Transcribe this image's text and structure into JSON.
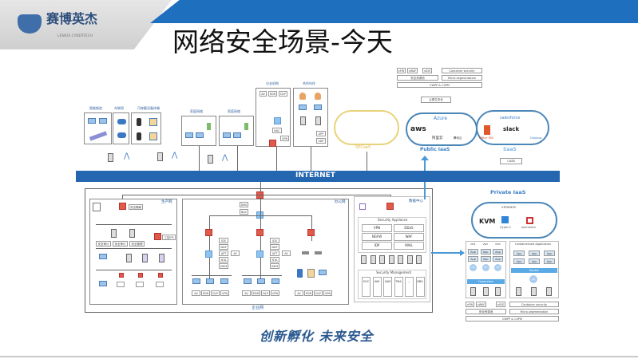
{
  "header": {
    "company_cn": "赛博英杰",
    "company_en": "LENIUS CYBERTECH",
    "title": "网络安全场景-今天"
  },
  "top": {
    "groups": [
      {
        "label": "智能制造"
      },
      {
        "label": "车联网"
      },
      {
        "label": "可穿戴设备终端"
      }
    ],
    "home1": "家庭网络",
    "home2": "家庭网络",
    "branch": {
      "label": "分支机构",
      "tags": [
        "AV",
        "EDR",
        "DLP",
        "NAC",
        "VPN"
      ]
    },
    "partner": {
      "label": "合作伙伴",
      "tags": [
        "APP",
        "SDP"
      ]
    },
    "secaas": "SECaaS",
    "public_iaas": {
      "label": "Public IaaS",
      "providers": [
        "Azure",
        "aws",
        "阿里云",
        "腾讯云"
      ]
    },
    "cloud_native": {
      "row1": [
        "vFW",
        "vWAF",
        "vIDS",
        "Container security"
      ],
      "row2": [
        "安全资源池",
        "Micro-segmentation"
      ],
      "row3": "CWPP & CSPM",
      "label": "云原生安全"
    },
    "saas": {
      "label": "SaaS",
      "apps": [
        "salesforce",
        "Office 365",
        "slack",
        "Dropbox"
      ],
      "casb": "CASB"
    }
  },
  "internet": "INTERNET",
  "enterprise": {
    "label": "企业网",
    "production": {
      "label": "生产网",
      "gateway": "安全隔离",
      "audits": [
        "安全审计",
        "安全审计",
        "安全管理"
      ],
      "ips": "工控IPS"
    },
    "office": {
      "label": "办公网",
      "core_tags": [
        "DNS",
        "NAC"
      ],
      "side_tags": [
        "IDS",
        "WAF",
        "APT",
        "NTA",
        "SIEM"
      ],
      "apt_side": "AV",
      "endpoint_tags": [
        "AV",
        "EDR",
        "DLP",
        "VPN"
      ]
    },
    "datacenter": {
      "label": "数据中心",
      "appliance_title": "Security Appliance",
      "appliances": [
        "VPN",
        "DDoS",
        "NGFW",
        "WAF",
        "IDP",
        "MAIL"
      ],
      "mgmt_title": "Security Management",
      "mgmt": [
        "SOC",
        "IAM",
        "VAM",
        "TMA",
        "...",
        "DBS"
      ]
    }
  },
  "private_iaas": {
    "label": "Private IaaS",
    "providers": [
      "vmware",
      "KVM",
      "Hyper-V",
      "openstack"
    ],
    "vms": [
      "VM1",
      "VM2",
      "VM3"
    ],
    "app": "App",
    "os": "OS",
    "hypervisor": "Hypervisor",
    "container_title": "Containerized Application",
    "docker": "Docker",
    "row1": [
      "vFW",
      "vWAF",
      "vIDS",
      "Container security"
    ],
    "row2": [
      "安全资源池",
      "Micro-segmentation"
    ],
    "row3": "CWPP & CSPM"
  },
  "slogan": "创新孵化 未来安全"
}
